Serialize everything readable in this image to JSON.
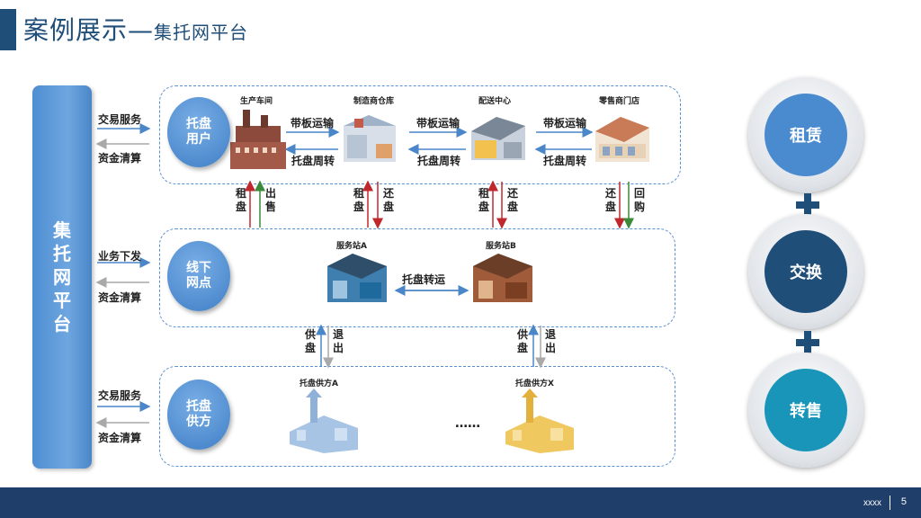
{
  "header": {
    "title_main": "案例展示—",
    "title_sub": "集托网平台"
  },
  "platform": {
    "label_chars": [
      "集",
      "托",
      "网",
      "平",
      "台"
    ]
  },
  "lanes": {
    "users": {
      "side_top": "交易服务",
      "side_bottom": "资金清算",
      "circle": "托盘\n用户",
      "nodes": [
        "生产车间",
        "制造商仓库",
        "配送中心",
        "零售商门店"
      ],
      "forward": [
        "带板运输",
        "带板运输",
        "带板运输"
      ],
      "backward": [
        "托盘周转",
        "托盘周转",
        "托盘周转"
      ]
    },
    "network": {
      "side_top": "业务下发",
      "side_bottom": "资金清算",
      "circle": "线下\n网点",
      "station_a": "服务站A",
      "station_b": "服务站B",
      "transfer": "托盘转运"
    },
    "suppliers": {
      "side_top": "交易服务",
      "side_bottom": "资金清算",
      "circle": "托盘\n供方",
      "supplier_a": "托盘供方A",
      "supplier_x": "托盘供方X",
      "ellipsis": "……"
    }
  },
  "vertical_labels": {
    "v1": [
      "租",
      "盘"
    ],
    "v2": [
      "出",
      "售"
    ],
    "v3": [
      "租",
      "盘"
    ],
    "v4": [
      "还",
      "盘"
    ],
    "v5": [
      "租",
      "盘"
    ],
    "v6": [
      "还",
      "盘"
    ],
    "v7": [
      "还",
      "盘"
    ],
    "v8": [
      "回",
      "购"
    ],
    "v9": [
      "供",
      "盘"
    ],
    "v10": [
      "退",
      "出"
    ],
    "v11": [
      "供",
      "盘"
    ],
    "v12": [
      "退",
      "出"
    ]
  },
  "right_panel": {
    "items": [
      "租赁",
      "交换",
      "转售"
    ],
    "colors": [
      "#4a8bd0",
      "#1f4e79",
      "#1895b8"
    ]
  },
  "footer": {
    "code": "xxxx",
    "page": "5"
  },
  "colors": {
    "accent": "#1f4e79",
    "dashed": "#5b8fd0",
    "red_arrow": "#c0282d",
    "green_arrow": "#3a8a3a",
    "blue_arrow": "#4a86c8"
  }
}
